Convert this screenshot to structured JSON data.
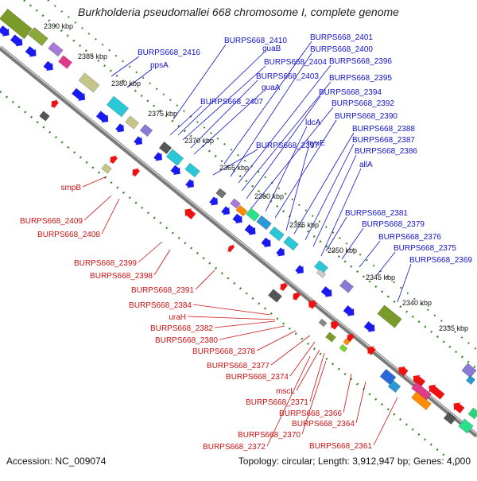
{
  "title": "Burkholderia pseudomallei 668 chromosome I, complete genome",
  "footer": {
    "accession": "Accession: NC_009074",
    "summary": "Topology: circular; Length: 3,912,947 bp; Genes: 4,000"
  },
  "ticks": [
    "2390 kbp",
    "2385 kbp",
    "2380 kbp",
    "2375 kbp",
    "2370 kbp",
    "2365 kbp",
    "2360 kbp",
    "2355 kbp",
    "2350 kbp",
    "2345 kbp",
    "2340 kbp",
    "2335 kbp"
  ],
  "labels_forward": [
    "BURPS668_2416",
    "ppsA",
    "BURPS668_2410",
    "guaB",
    "BURPS668_2404",
    "BURPS668_2403",
    "guaA",
    "BURPS668_2407",
    "BURPS668_2401",
    "BURPS668_2400",
    "BURPS668_2396",
    "BURPS668_2395",
    "BURPS668_2394",
    "BURPS668_2392",
    "ldcA",
    "BURPS668_2390",
    "BURPS668_2397",
    "hyuE",
    "BURPS668_2388",
    "BURPS668_2387",
    "BURPS668_2386",
    "allA",
    "BURPS668_2381",
    "BURPS668_2379",
    "BURPS668_2376",
    "BURPS668_2375",
    "BURPS668_2369"
  ],
  "labels_reverse": [
    "smpB",
    "BURPS668_2409",
    "BURPS668_2408",
    "BURPS668_2399",
    "BURPS668_2398",
    "BURPS668_2391",
    "BURPS668_2384",
    "uraH",
    "BURPS668_2382",
    "BURPS668_2380",
    "BURPS668_2378",
    "BURPS668_2377",
    "BURPS668_2374",
    "mscL",
    "BURPS668_2371",
    "BURPS668_2366",
    "BURPS668_2364",
    "BURPS668_2370",
    "BURPS668_2372",
    "BURPS668_2361"
  ],
  "colors": {
    "forward_label": "#1111cc",
    "reverse_label": "#cc1111",
    "backbone": "#8a8a8a",
    "forward_gene": "#1a1aee",
    "reverse_gene": "#ee1111",
    "dots": "#3a8a2a"
  }
}
